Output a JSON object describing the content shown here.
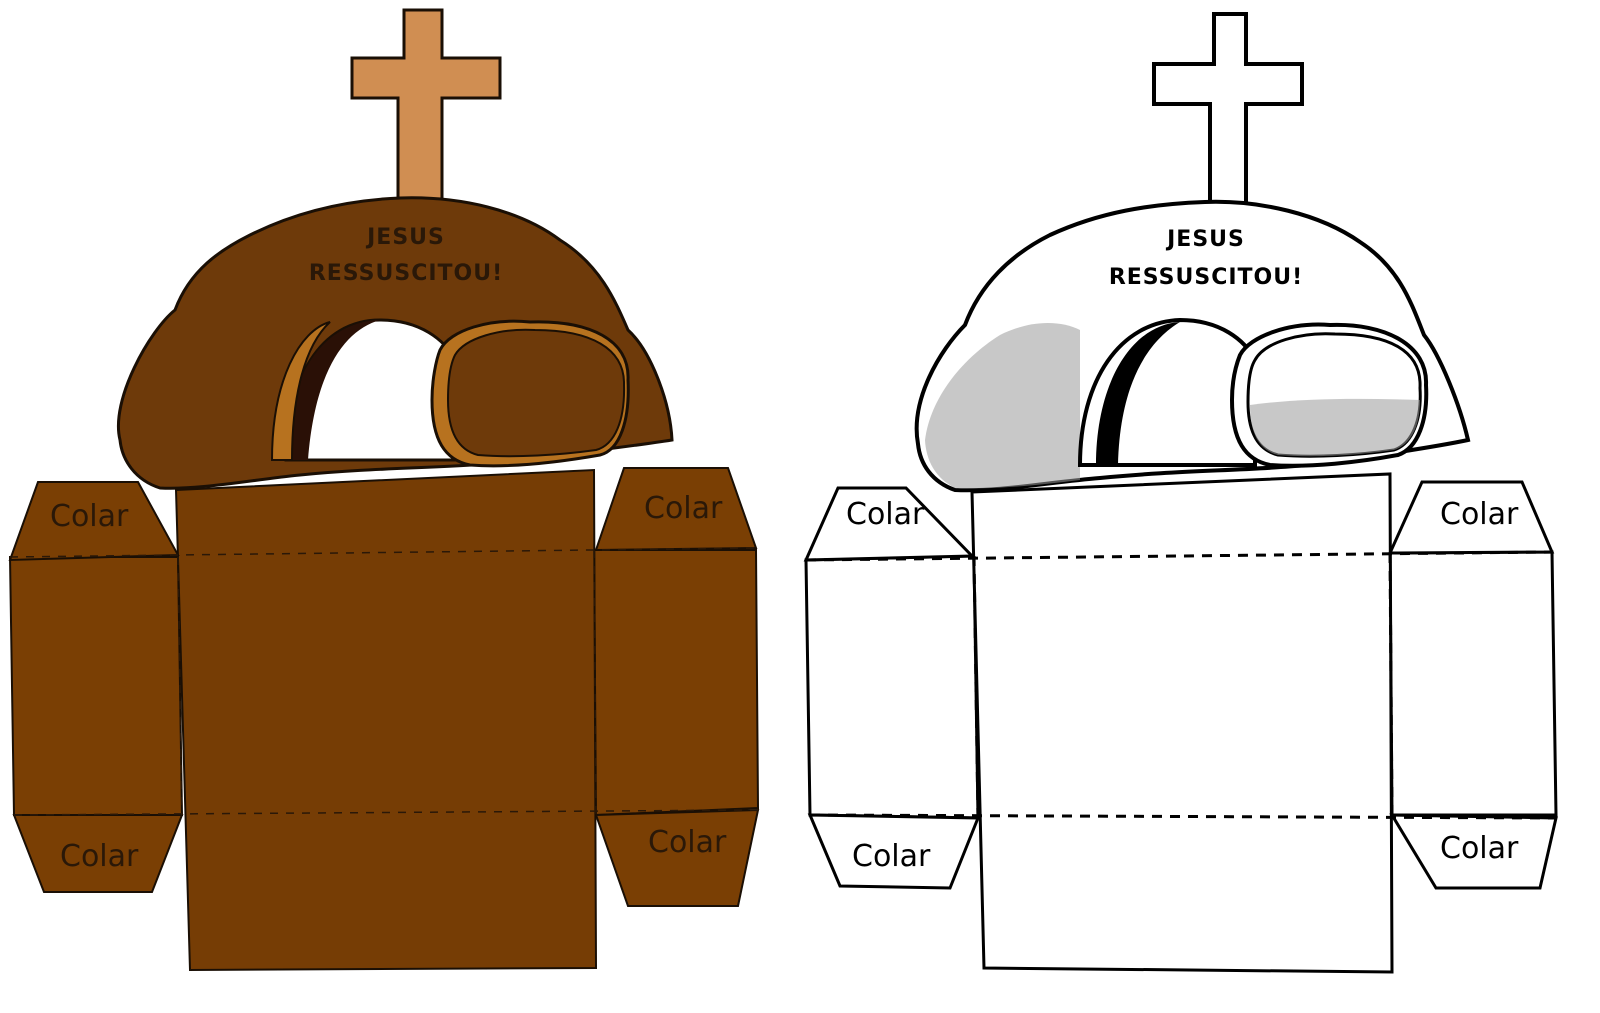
{
  "templates": [
    {
      "variant": "color",
      "title_line1": "JESUS",
      "title_line2": "RESSUSCITOU!",
      "tab_labels": [
        "Colar",
        "Colar",
        "Colar",
        "Colar"
      ],
      "colors": {
        "cross": "#d08e52",
        "tomb": "#6e3a0a",
        "stone_edge": "#b7721f",
        "opening": "#ffffff",
        "outline": "#1a0f05",
        "box": "#7a3f04",
        "text": "#2a1808"
      }
    },
    {
      "variant": "coloring",
      "title_line1": "JESUS",
      "title_line2": "RESSUSCITOU!",
      "tab_labels": [
        "Colar",
        "Colar",
        "Colar",
        "Colar"
      ],
      "colors": {
        "cross": "#ffffff",
        "tomb": "#ffffff",
        "stone_edge": "#ffffff",
        "opening": "#ffffff",
        "outline": "#000000",
        "box": "#ffffff",
        "text": "#000000"
      }
    }
  ]
}
